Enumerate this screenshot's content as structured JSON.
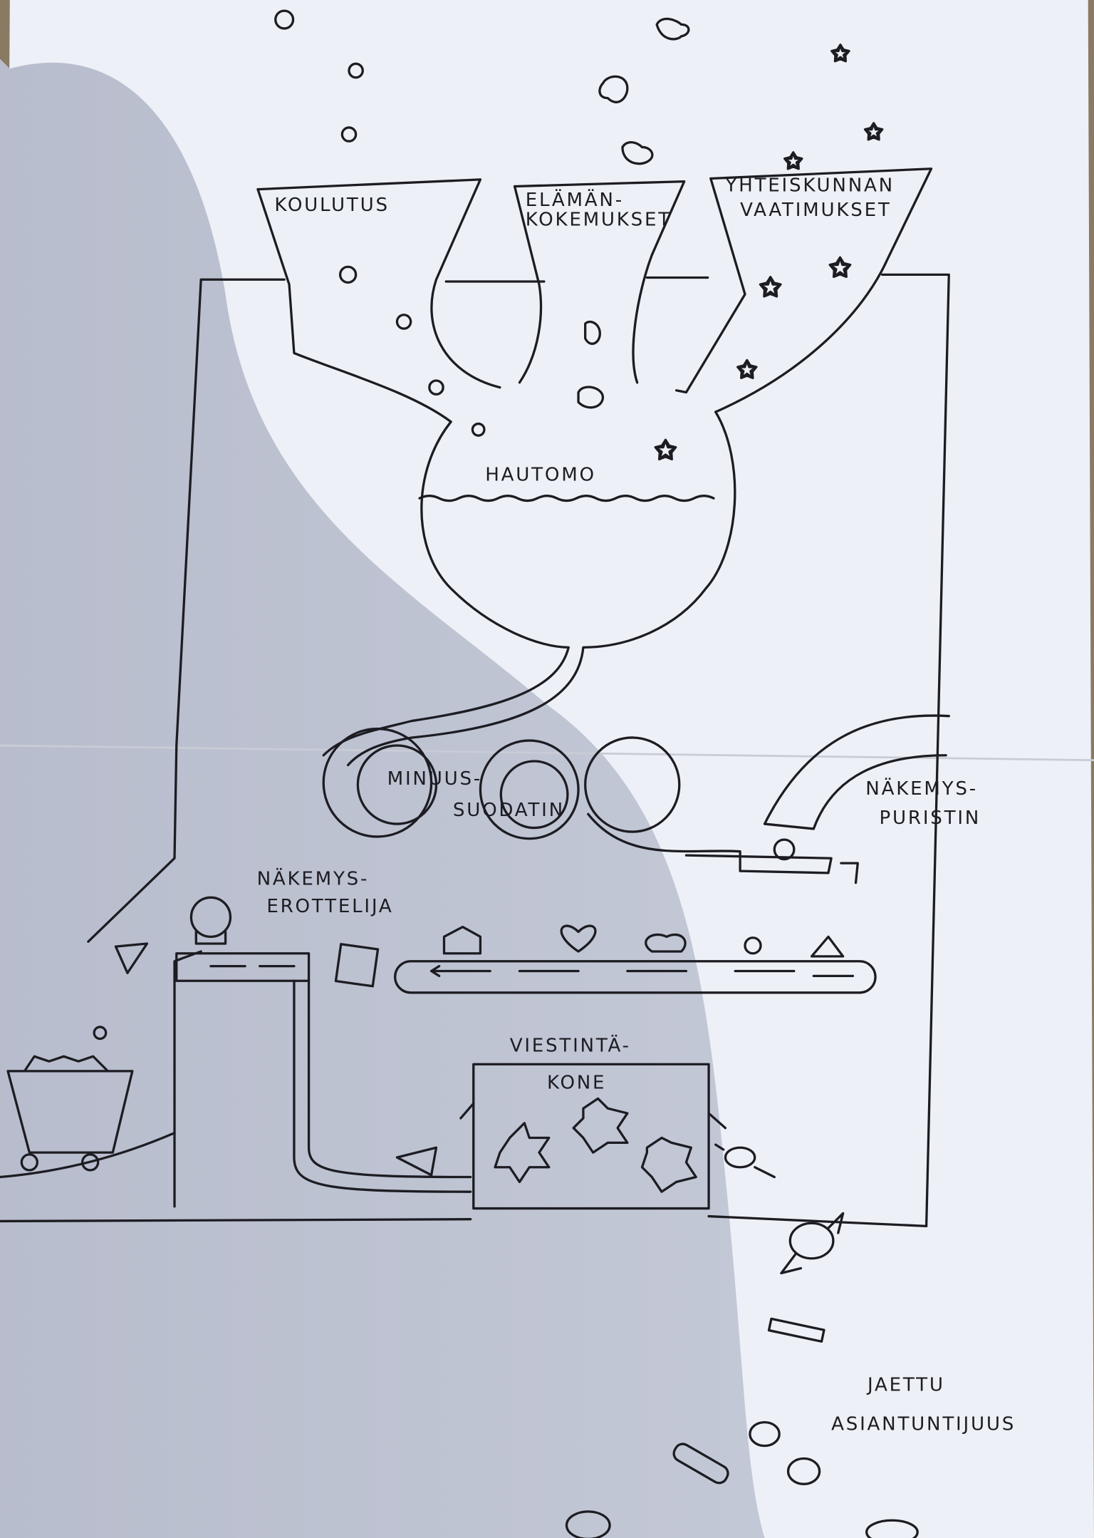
{
  "diagram": {
    "inputs": [
      {
        "label_line1": "KOULUTUS",
        "label_line2": ""
      },
      {
        "label_line1": "ELÄMÄN-",
        "label_line2": "KOKEMUKSET"
      },
      {
        "label_line1": "YHTEISKUNNAN",
        "label_line2": "VAATIMUKSET"
      }
    ],
    "incubator": "HAUTOMO",
    "filter": {
      "line1": "MINUUS-",
      "line2": "SUODATIN"
    },
    "press": {
      "line1": "NÄKEMYS-",
      "line2": "PURISTIN"
    },
    "separator": {
      "line1": "NÄKEMYS-",
      "line2": "EROTTELIJA"
    },
    "communicator": {
      "line1": "VIESTINTÄ-",
      "line2": "KONE"
    },
    "output": {
      "line1": "JAETTU",
      "line2": "ASIANTUNTIJUUS"
    }
  },
  "colors": {
    "paper": "#eef0f7",
    "shadow": "#b9bfd0",
    "ink": "#1c1c22",
    "wood": "#8a7a63"
  }
}
